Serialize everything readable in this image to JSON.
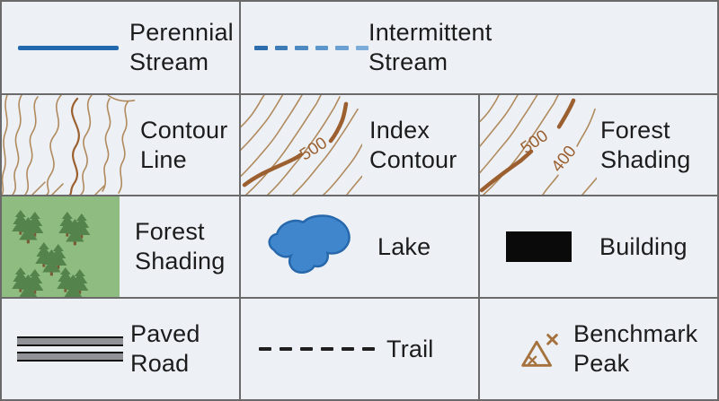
{
  "legend": {
    "items": {
      "perennial_stream": {
        "label_line1": "Perennial",
        "label_line2": "Stream",
        "symbol": "solid-blue-line"
      },
      "intermittent_stream": {
        "label_line1": "Intermittent",
        "label_line2": "Stream",
        "symbol": "dashed-blue-line-fading"
      },
      "contour_line": {
        "label_line1": "Contour",
        "label_line2": "Line",
        "symbol": "thin-brown-contour-pattern"
      },
      "index_contour": {
        "label_line1": "Index",
        "label_line2": "Contour",
        "symbol": "thick-brown-contour-with-elevation",
        "elevation_label": "500"
      },
      "forest_shading_contour": {
        "label_line1": "Forest",
        "label_line2": "Shading",
        "symbol": "contours-with-elevation-labels",
        "elevation_labels": [
          "500",
          "400"
        ]
      },
      "forest_shading": {
        "label_line1": "Forest",
        "label_line2": "Shading",
        "symbol": "green-area-with-pine-tree-clusters"
      },
      "lake": {
        "label_line1": "Lake",
        "label_line2": "",
        "symbol": "blue-water-polygon"
      },
      "building": {
        "label_line1": "Building",
        "label_line2": "",
        "symbol": "black-rectangle"
      },
      "paved_road": {
        "label_line1": "Paved",
        "label_line2": "Road",
        "symbol": "double-gray-road-casing"
      },
      "trail": {
        "label_line1": "Trail",
        "label_line2": "",
        "symbol": "black-dashed-line"
      },
      "benchmark_peak": {
        "label_line1": "Benchmark",
        "label_line2": "Peak",
        "symbol": "brown-triangle-with-x-marks"
      }
    }
  },
  "colors": {
    "background": "#edf1f6",
    "grid_border": "#6a6a6a",
    "text_color": "#1c1c1c",
    "stream_blue": "#2168ad",
    "intermittent_dash_colors": [
      "#2d6dad",
      "#3d7bb7",
      "#4d89c1",
      "#5c96ca",
      "#6ba1d2",
      "#7cacda"
    ],
    "contour_thin": "#b08a5d",
    "contour_index": "#9c6030",
    "forest_green": "#8fbc80",
    "tree_green": "#55834c",
    "tree_trunk": "#7a5a34",
    "lake_fill": "#3f86cc",
    "lake_border": "#2767ab",
    "building_black": "#0a0a0a",
    "road_gray": "#909297",
    "road_edge": "#151515",
    "trail_black": "#1f1f1f",
    "benchmark_brown": "#a5713c"
  }
}
